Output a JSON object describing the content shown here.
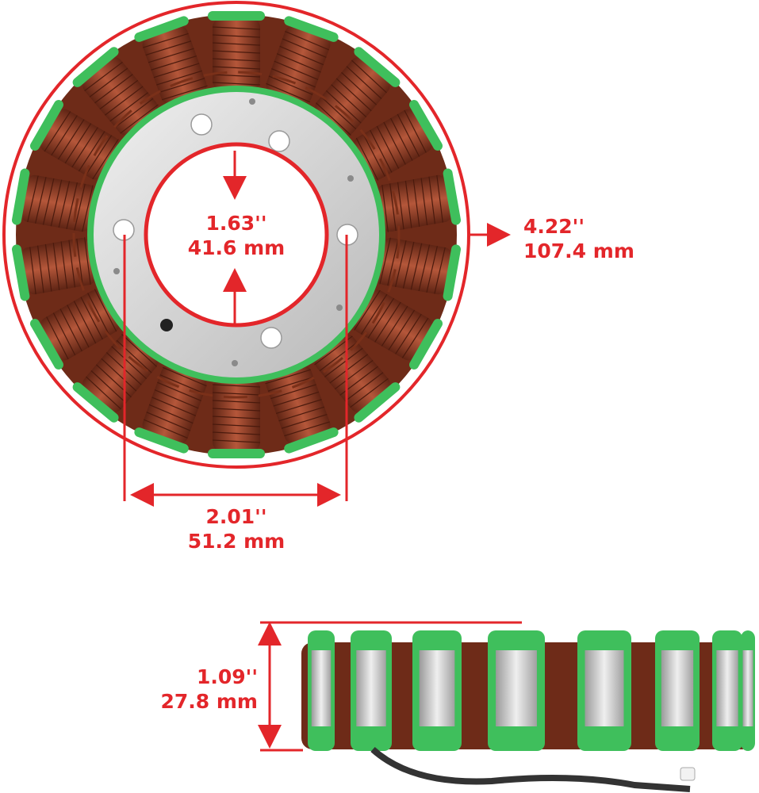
{
  "colors": {
    "accent": "#e3262a",
    "coil": "#8c3b21",
    "insulator": "#3fbf5c",
    "plate": "#d9d9d9"
  },
  "top_view": {
    "inner_diameter": {
      "inches": "1.63''",
      "mm": "41.6 mm"
    },
    "outer_diameter": {
      "inches": "4.22''",
      "mm": "107.4 mm"
    },
    "bolt_spacing": {
      "inches": "2.01''",
      "mm": "51.2 mm"
    }
  },
  "side_view": {
    "height": {
      "inches": "1.09''",
      "mm": "27.8 mm"
    }
  }
}
